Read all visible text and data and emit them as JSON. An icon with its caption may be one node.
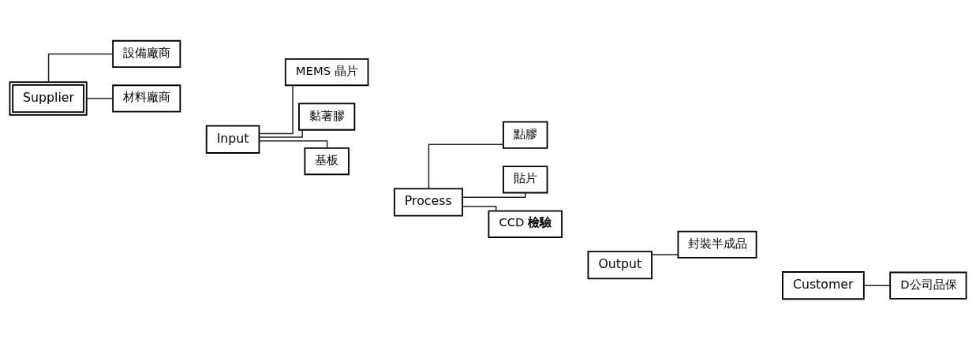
{
  "diagram": {
    "nodes": [
      {
        "text": [
          "Supplier"
        ]
      },
      {
        "text": [
          "設備廠商"
        ]
      },
      {
        "text": [
          "材料廠商"
        ]
      },
      {
        "text": [
          "Input"
        ]
      },
      {
        "text": [
          "MEMS 晶片"
        ]
      },
      {
        "text": [
          "黏著膠"
        ]
      },
      {
        "text": [
          "基板"
        ]
      },
      {
        "text": [
          "Process"
        ]
      },
      {
        "text": [
          "點膠"
        ]
      },
      {
        "text": [
          "貼片"
        ]
      },
      {
        "text": [
          "CCD **檢驗**"
        ]
      },
      {
        "text": [
          "Output"
        ]
      },
      {
        "text": [
          "封裝半成品"
        ]
      },
      {
        "text": [
          "Customer"
        ]
      },
      {
        "text": [
          "D公司品保"
        ]
      }
    ],
    "edges": [
      {
        "from": 0,
        "to": 1,
        "arrow": "none"
      },
      {
        "from": 0,
        "to": 2,
        "arrow": "none"
      },
      {
        "from": 3,
        "to": 4,
        "arrow": "none"
      },
      {
        "from": 3,
        "to": 5,
        "arrow": "none"
      },
      {
        "from": 3,
        "to": 6,
        "arrow": "none"
      },
      {
        "from": 7,
        "to": 8,
        "arrow": "none"
      },
      {
        "from": 7,
        "to": 9,
        "arrow": "none"
      },
      {
        "from": 7,
        "to": 10,
        "arrow": "none"
      },
      {
        "from": 11,
        "to": 12,
        "arrow": "none"
      },
      {
        "from": 13,
        "to": 14,
        "arrow": "none"
      }
    ]
  }
}
